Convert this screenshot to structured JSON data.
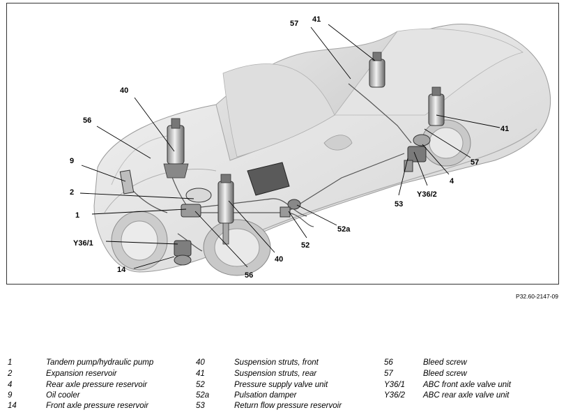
{
  "figure_code": "P32.60-2147-09",
  "callouts": [
    "57",
    "41",
    "40",
    "56",
    "9",
    "2",
    "1",
    "Y36/1",
    "14",
    "56",
    "40",
    "52",
    "52a",
    "53",
    "Y36/2",
    "4",
    "57",
    "41"
  ],
  "legend": [
    {
      "key": "1",
      "text": "Tandem pump/hydraulic pump"
    },
    {
      "key": "2",
      "text": "Expansion reservoir"
    },
    {
      "key": "4",
      "text": "Rear axle pressure reservoir"
    },
    {
      "key": "9",
      "text": "Oil cooler"
    },
    {
      "key": "14",
      "text": "Front axle pressure reservoir"
    },
    {
      "key": "40",
      "text": "Suspension struts, front"
    },
    {
      "key": "41",
      "text": "Suspension struts, rear"
    },
    {
      "key": "52",
      "text": "Pressure supply valve unit"
    },
    {
      "key": "52a",
      "text": "Pulsation damper"
    },
    {
      "key": "53",
      "text": "Return flow pressure reservoir"
    },
    {
      "key": "56",
      "text": "Bleed screw"
    },
    {
      "key": "57",
      "text": "Bleed screw"
    },
    {
      "key": "Y36/1",
      "text": "ABC front axle valve unit"
    },
    {
      "key": "Y36/2",
      "text": "ABC rear axle valve unit"
    }
  ]
}
